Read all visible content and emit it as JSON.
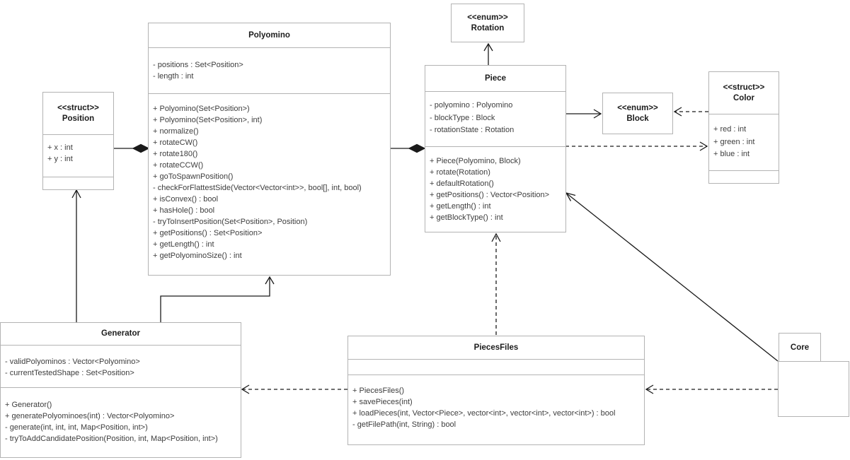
{
  "classes": {
    "position": {
      "stereotype": "<<struct>>",
      "name": "Position",
      "attributes": [
        "+ x : int",
        "+ y : int"
      ],
      "methods": []
    },
    "polyomino": {
      "name": "Polyomino",
      "attributes": [
        "- positions : Set<Position>",
        "- length : int"
      ],
      "methods": [
        "+ Polyomino(Set<Position>)",
        "+ Polyomino(Set<Position>, int)",
        "+ normalize()",
        "+ rotateCW()",
        "+ rotate180()",
        "+ rotateCCW()",
        "+ goToSpawnPosition()",
        "- checkForFlattestSide(Vector<Vector<int>>, bool[], int, bool)",
        "+ isConvex() : bool",
        "+ hasHole() : bool",
        "- tryToInsertPosition(Set<Position>, Position)",
        "+ getPositions() : Set<Position>",
        "+ getLength() : int",
        "+ getPolyominoSize() : int"
      ]
    },
    "rotation": {
      "stereotype": "<<enum>>",
      "name": "Rotation"
    },
    "piece": {
      "name": "Piece",
      "attributes": [
        "- polyomino : Polyomino",
        "- blockType : Block",
        "- rotationState : Rotation"
      ],
      "methods": [
        "+ Piece(Polyomino, Block)",
        "+ rotate(Rotation)",
        "+ defaultRotation()",
        "+ getPositions() : Vector<Position>",
        "+ getLength() : int",
        "+ getBlockType() : int"
      ]
    },
    "block": {
      "stereotype": "<<enum>>",
      "name": "Block"
    },
    "color": {
      "stereotype": "<<struct>>",
      "name": "Color",
      "attributes": [
        "+ red : int",
        "+ green : int",
        "+ blue : int"
      ],
      "methods": []
    },
    "generator": {
      "name": "Generator",
      "attributes": [
        "- validPolyominos : Vector<Polyomino>",
        "- currentTestedShape : Set<Position>"
      ],
      "methods": [
        "+ Generator()",
        "+ generatePolyominoes(int) : Vector<Polyomino>",
        "- generate(int, int, int, Map<Position, int>)",
        "- tryToAddCandidatePosition(Position, int, Map<Position, int>)"
      ]
    },
    "piecesfiles": {
      "name": "PiecesFiles",
      "attributes": [],
      "methods": [
        "+ PiecesFiles()",
        "+ savePieces(int)",
        "+ loadPieces(int, Vector<Piece>, vector<int>, vector<int>, vector<int>) : bool",
        "- getFilePath(int, String) : bool"
      ]
    },
    "core": {
      "name": "Core"
    }
  },
  "relationships": [
    {
      "from": "Polyomino",
      "to": "Position",
      "type": "composition"
    },
    {
      "from": "Piece",
      "to": "Polyomino",
      "type": "composition"
    },
    {
      "from": "Piece",
      "to": "Rotation",
      "type": "association"
    },
    {
      "from": "Piece",
      "to": "Block",
      "type": "association"
    },
    {
      "from": "Color",
      "to": "Block",
      "type": "dependency"
    },
    {
      "from": "Piece",
      "to": "Color",
      "type": "dependency"
    },
    {
      "from": "Core",
      "to": "Piece",
      "type": "association"
    },
    {
      "from": "PiecesFiles",
      "to": "Piece",
      "type": "dependency"
    },
    {
      "from": "PiecesFiles",
      "to": "Generator",
      "type": "dependency"
    },
    {
      "from": "Core",
      "to": "PiecesFiles",
      "type": "dependency"
    },
    {
      "from": "Generator",
      "to": "Position",
      "type": "association"
    },
    {
      "from": "Generator",
      "to": "Polyomino",
      "type": "association"
    }
  ],
  "colors": {
    "background": "#ffffff",
    "box_border": "#b3b3b3",
    "box_fill": "#ffffff",
    "connector": "#1a1a1a",
    "title_text": "#1c1c1c",
    "member_text": "#3d3d3d"
  }
}
